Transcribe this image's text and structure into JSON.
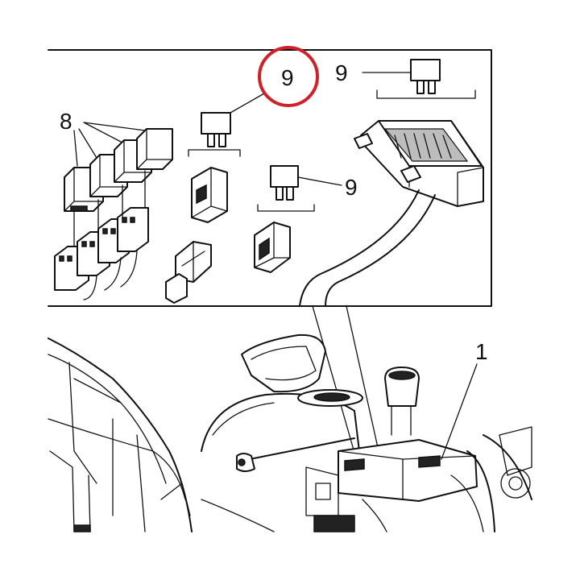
{
  "callouts": {
    "relays": "8",
    "fuse_circled": "9",
    "fuse_top_right": "9",
    "fuse_middle": "9",
    "fuse_box": "1"
  },
  "colors": {
    "highlight_circle": "#d0202a",
    "line_art": "#111111",
    "background": "#ffffff"
  }
}
